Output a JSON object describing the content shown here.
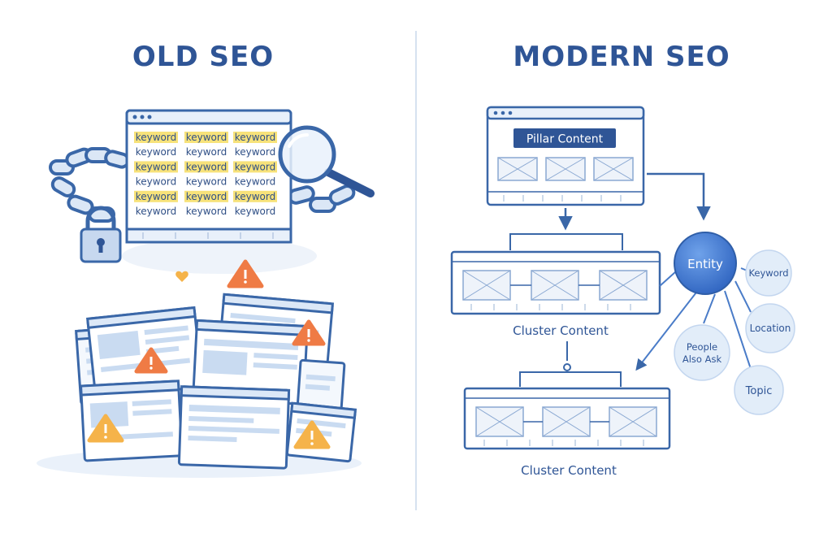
{
  "left_panel": {
    "heading": "OLD SEO",
    "keyword_grid": [
      [
        "keyword",
        "keyword",
        "keyword"
      ],
      [
        "keyword",
        "keyword",
        "keyword"
      ],
      [
        "keyword",
        "keyword",
        "keyword"
      ],
      [
        "keyword",
        "keyword",
        "keyword"
      ],
      [
        "keyword",
        "keyword",
        "keyword"
      ],
      [
        "keyword",
        "keyword",
        "keyword"
      ]
    ],
    "highlighted_rows": [
      0,
      2,
      4
    ],
    "icons": [
      "chain-icon",
      "padlock-icon",
      "magnifier-icon",
      "warning-icon",
      "heart-icon"
    ]
  },
  "right_panel": {
    "heading": "MODERN SEO",
    "pillar_label": "Pillar Content",
    "cluster_label_1": "Cluster Content",
    "cluster_label_2": "Cluster Content",
    "entity_label": "Entity",
    "satellites": {
      "keyword": "Keyword",
      "location": "Location",
      "topic": "Topic",
      "people_line1": "People",
      "people_line2": "Also Ask"
    }
  },
  "colors": {
    "heading": "#2f5596",
    "outline": "#3a67a8",
    "highlight": "#f7e27a",
    "warning": "#ef7b45",
    "warning_amber": "#f5b34a",
    "entity": "#3f78cc",
    "satellite": "#e2edf9",
    "pillar_label_bg": "#2f5596"
  }
}
